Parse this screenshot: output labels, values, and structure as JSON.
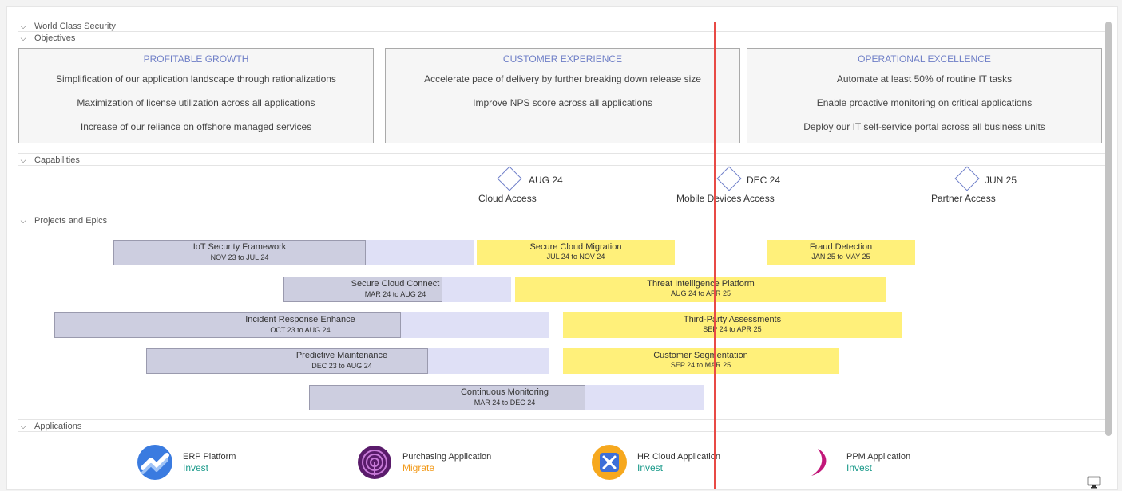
{
  "root": {
    "label": "World Class Security"
  },
  "sections": {
    "objectives": "Objectives",
    "capabilities": "Capabilities",
    "projects": "Projects and Epics",
    "applications": "Applications"
  },
  "objectives": [
    {
      "title": "PROFITABLE GROWTH",
      "items": [
        "Simplification of our application landscape through rationalizations",
        "Maximization of license utilization across all applications",
        "Increase of our reliance on offshore managed services"
      ]
    },
    {
      "title": "CUSTOMER EXPERIENCE",
      "items": [
        "Accelerate pace of delivery by further breaking down release size",
        "Improve NPS score across all applications"
      ]
    },
    {
      "title": "OPERATIONAL EXCELLENCE",
      "items": [
        "Automate at least 50% of routine IT tasks",
        "Enable proactive monitoring on critical applications",
        "Deploy our IT self-service portal across all business units"
      ]
    }
  ],
  "capabilities": [
    {
      "date": "AUG 24",
      "name": "Cloud Access"
    },
    {
      "date": "DEC 24",
      "name": "Mobile Devices Access"
    },
    {
      "date": "JUN 25",
      "name": "Partner Access"
    }
  ],
  "projects": [
    {
      "name": "IoT Security Framework",
      "dates": "NOV 23 to JUL 24"
    },
    {
      "name": "Secure Cloud Connect",
      "dates": "MAR 24 to AUG 24"
    },
    {
      "name": "Incident Response Enhance",
      "dates": "OCT 23 to AUG 24"
    },
    {
      "name": "Predictive Maintenance",
      "dates": "DEC 23 to AUG 24"
    },
    {
      "name": "Continuous Monitoring",
      "dates": "MAR 24 to DEC 24"
    }
  ],
  "epics": [
    {
      "name": "Secure Cloud Migration",
      "dates": "JUL 24 to NOV 24"
    },
    {
      "name": "Fraud Detection",
      "dates": "JAN 25 to MAY 25"
    },
    {
      "name": "Threat Intelligence Platform",
      "dates": "AUG 24 to APR 25"
    },
    {
      "name": "Third-Party Assessments",
      "dates": "SEP 24 to APR 25"
    },
    {
      "name": "Customer Segmentation",
      "dates": "SEP 24 to MAR 25"
    }
  ],
  "applications": [
    {
      "name": "ERP Platform",
      "status": "Invest",
      "status_color": "#1a9a8a",
      "icon": "erp-icon"
    },
    {
      "name": "Purchasing Application",
      "status": "Migrate",
      "status_color": "#f29a1a",
      "icon": "purchasing-icon"
    },
    {
      "name": "HR Cloud Application",
      "status": "Invest",
      "status_color": "#1a9a8a",
      "icon": "hr-cloud-icon"
    },
    {
      "name": "PPM Application",
      "status": "Invest",
      "status_color": "#1a9a8a",
      "icon": "ppm-icon"
    }
  ],
  "colors": {
    "accent": "#6f7fc7",
    "today_line": "#e84a45",
    "epic": "#fff07a",
    "project_bg": "#dfe0f6",
    "project_fill": "#cdcee0"
  }
}
